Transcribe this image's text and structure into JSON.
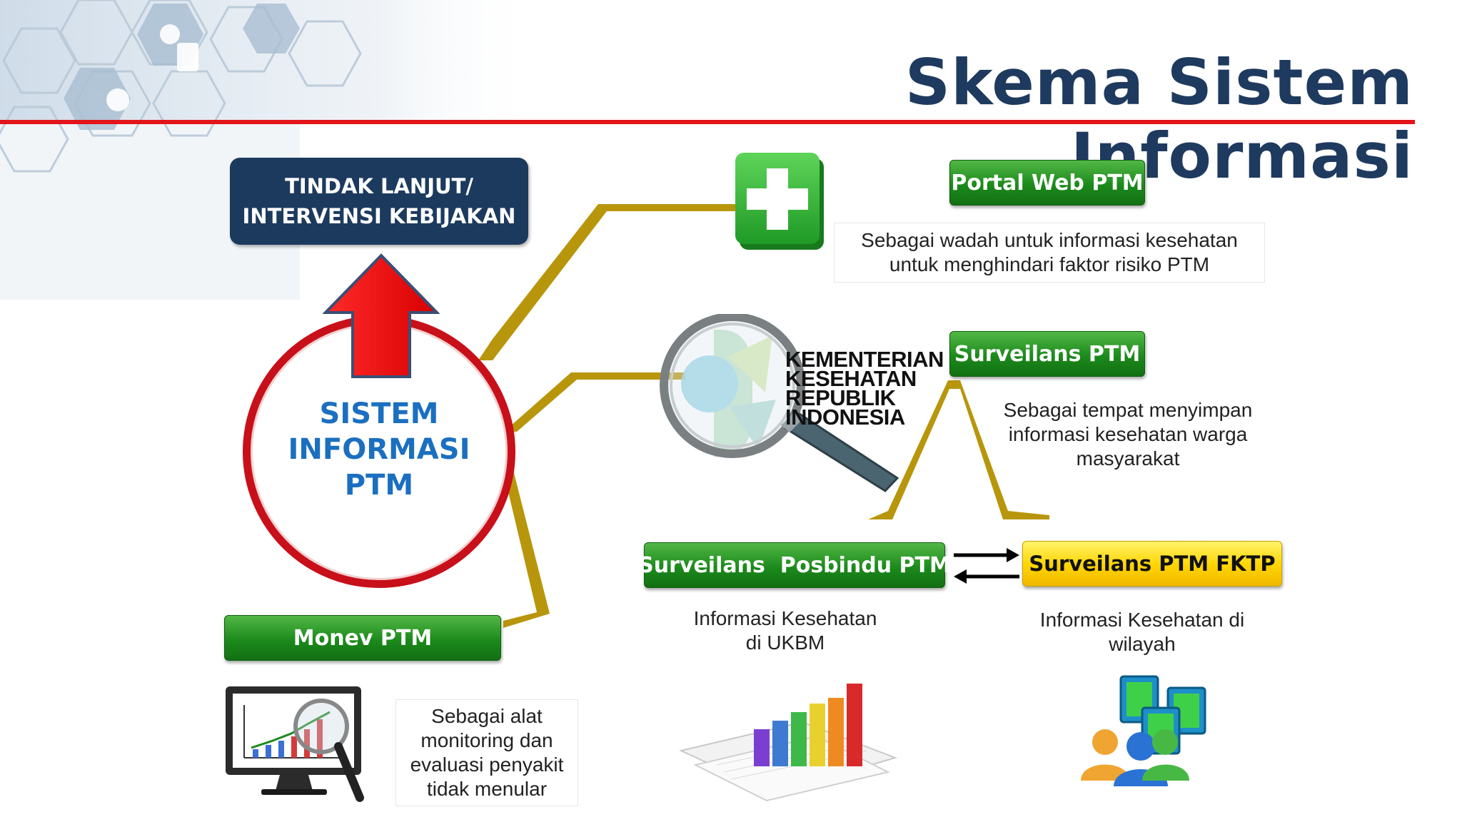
{
  "slide": {
    "title": "Skema Sistem Informasi",
    "top_box": {
      "line1": "TINDAK LANJUT/",
      "line2": "INTERVENSI KEBIJAKAN"
    },
    "center": {
      "line1": "SISTEM",
      "line2": "INFORMASI",
      "line3": "PTM"
    },
    "portal": {
      "label": "Portal Web PTM",
      "desc_line1": "Sebagai wadah untuk informasi kesehatan",
      "desc_line2": "untuk menghindari faktor risiko PTM"
    },
    "surveilans": {
      "label": "Surveilans PTM",
      "desc_line1": "Sebagai tempat menyimpan",
      "desc_line2": "informasi kesehatan warga",
      "desc_line3": "masyarakat"
    },
    "logo": {
      "line1": "KEMENTERIAN",
      "line2": "KESEHATAN",
      "line3": "REPUBLIK",
      "line4": "INDONESIA"
    },
    "posbindu": {
      "label": "Surveilans  Posbindu PTM",
      "desc_line1": "Informasi Kesehatan",
      "desc_line2": "di UKBM"
    },
    "fktp": {
      "label": "Surveilans PTM FKTP",
      "desc_line1": "Informasi Kesehatan di",
      "desc_line2": "wilayah"
    },
    "monev": {
      "label": "Monev PTM",
      "desc_line1": "Sebagai alat",
      "desc_line2": "monitoring dan",
      "desc_line3": "evaluasi penyakit",
      "desc_line4": "tidak menular"
    },
    "colors": {
      "navy": "#1c3a5e",
      "red": "#e4141b",
      "green": "#1c8a1c",
      "yellow": "#ffd400",
      "gold": "#b8960c",
      "blue_text": "#1b6fc0"
    }
  }
}
